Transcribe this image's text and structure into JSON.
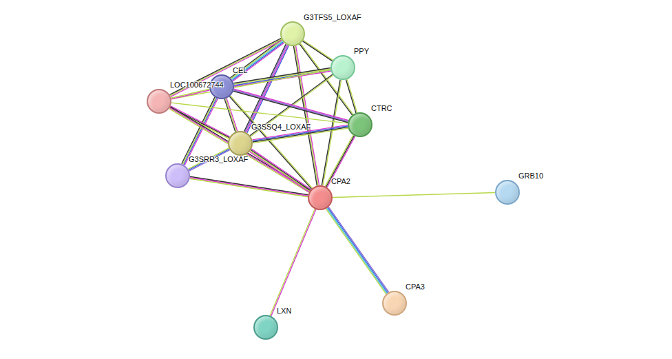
{
  "diagram": {
    "nodes": [
      {
        "text": [
          "G3TFS5_LOXAF"
        ]
      },
      {
        "text": [
          "PPY"
        ]
      },
      {
        "text": [
          "CEL"
        ]
      },
      {
        "text": [
          "LOC100672744"
        ]
      },
      {
        "text": [
          "CTRC"
        ]
      },
      {
        "text": [
          "G3SSQ4_LOXAF"
        ]
      },
      {
        "text": [
          "G3SRR3_LOXAF"
        ]
      },
      {
        "text": [
          "CPA2"
        ]
      },
      {
        "text": [
          "GRB10"
        ]
      },
      {
        "text": [
          "CPA3"
        ]
      },
      {
        "text": [
          "LXN"
        ]
      }
    ],
    "edges": [
      {
        "from": 0,
        "to": 1,
        "arrow": "none"
      },
      {
        "from": 0,
        "to": 2,
        "arrow": "none"
      },
      {
        "from": 0,
        "to": 3,
        "arrow": "none"
      },
      {
        "from": 0,
        "to": 5,
        "arrow": "none"
      },
      {
        "from": 0,
        "to": 4,
        "arrow": "none"
      },
      {
        "from": 0,
        "to": 7,
        "arrow": "none"
      },
      {
        "from": 1,
        "to": 2,
        "arrow": "none"
      },
      {
        "from": 1,
        "to": 3,
        "arrow": "none"
      },
      {
        "from": 1,
        "to": 5,
        "arrow": "none"
      },
      {
        "from": 1,
        "to": 4,
        "arrow": "none"
      },
      {
        "from": 1,
        "to": 7,
        "arrow": "none"
      },
      {
        "from": 2,
        "to": 3,
        "arrow": "none"
      },
      {
        "from": 2,
        "to": 4,
        "arrow": "none"
      },
      {
        "from": 2,
        "to": 5,
        "arrow": "none"
      },
      {
        "from": 2,
        "to": 6,
        "arrow": "none"
      },
      {
        "from": 2,
        "to": 7,
        "arrow": "none"
      },
      {
        "from": 3,
        "to": 5,
        "arrow": "none"
      },
      {
        "from": 3,
        "to": 7,
        "arrow": "none"
      },
      {
        "from": 3,
        "to": 4,
        "arrow": "none"
      },
      {
        "from": 5,
        "to": 4,
        "arrow": "none"
      },
      {
        "from": 5,
        "to": 6,
        "arrow": "none"
      },
      {
        "from": 5,
        "to": 7,
        "arrow": "none"
      },
      {
        "from": 6,
        "to": 7,
        "arrow": "none"
      },
      {
        "from": 4,
        "to": 7,
        "arrow": "none"
      },
      {
        "from": 7,
        "to": 8,
        "arrow": "none"
      },
      {
        "from": 7,
        "to": 9,
        "arrow": "none"
      },
      {
        "from": 7,
        "to": 10,
        "arrow": "none"
      }
    ]
  }
}
